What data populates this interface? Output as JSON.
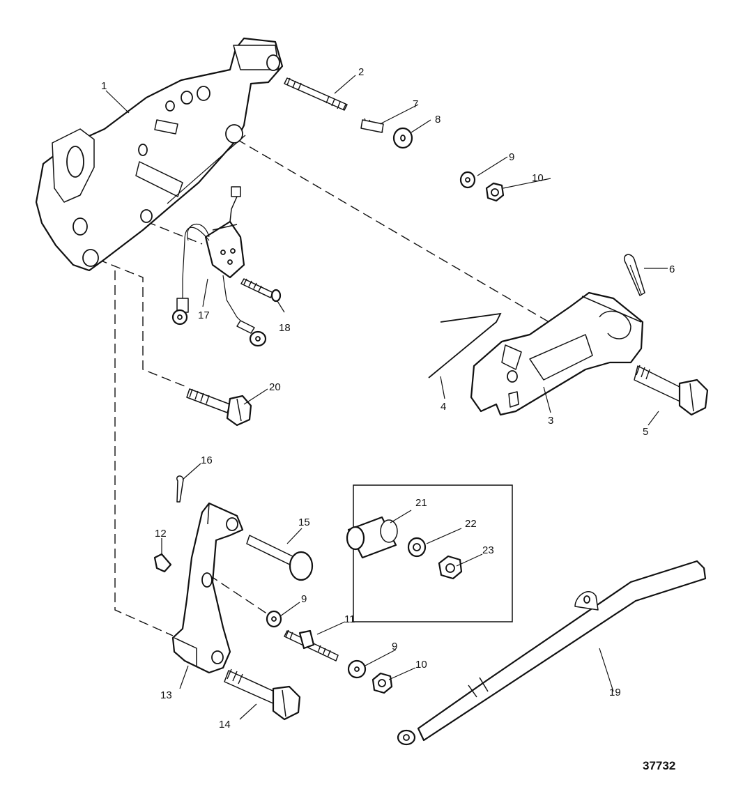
{
  "figure_number": "37732",
  "parts": [
    {
      "ref": "1"
    },
    {
      "ref": "2"
    },
    {
      "ref": "3"
    },
    {
      "ref": "4"
    },
    {
      "ref": "5"
    },
    {
      "ref": "6"
    },
    {
      "ref": "7"
    },
    {
      "ref": "8"
    },
    {
      "ref": "9"
    },
    {
      "ref": "10"
    },
    {
      "ref": "11"
    },
    {
      "ref": "12"
    },
    {
      "ref": "13"
    },
    {
      "ref": "14"
    },
    {
      "ref": "15"
    },
    {
      "ref": "16"
    },
    {
      "ref": "17"
    },
    {
      "ref": "18"
    },
    {
      "ref": "19"
    },
    {
      "ref": "20"
    },
    {
      "ref": "21"
    },
    {
      "ref": "22"
    },
    {
      "ref": "23"
    }
  ],
  "duplicate_callouts": {
    "9_b": "9",
    "9_c": "9",
    "10_b": "10"
  }
}
